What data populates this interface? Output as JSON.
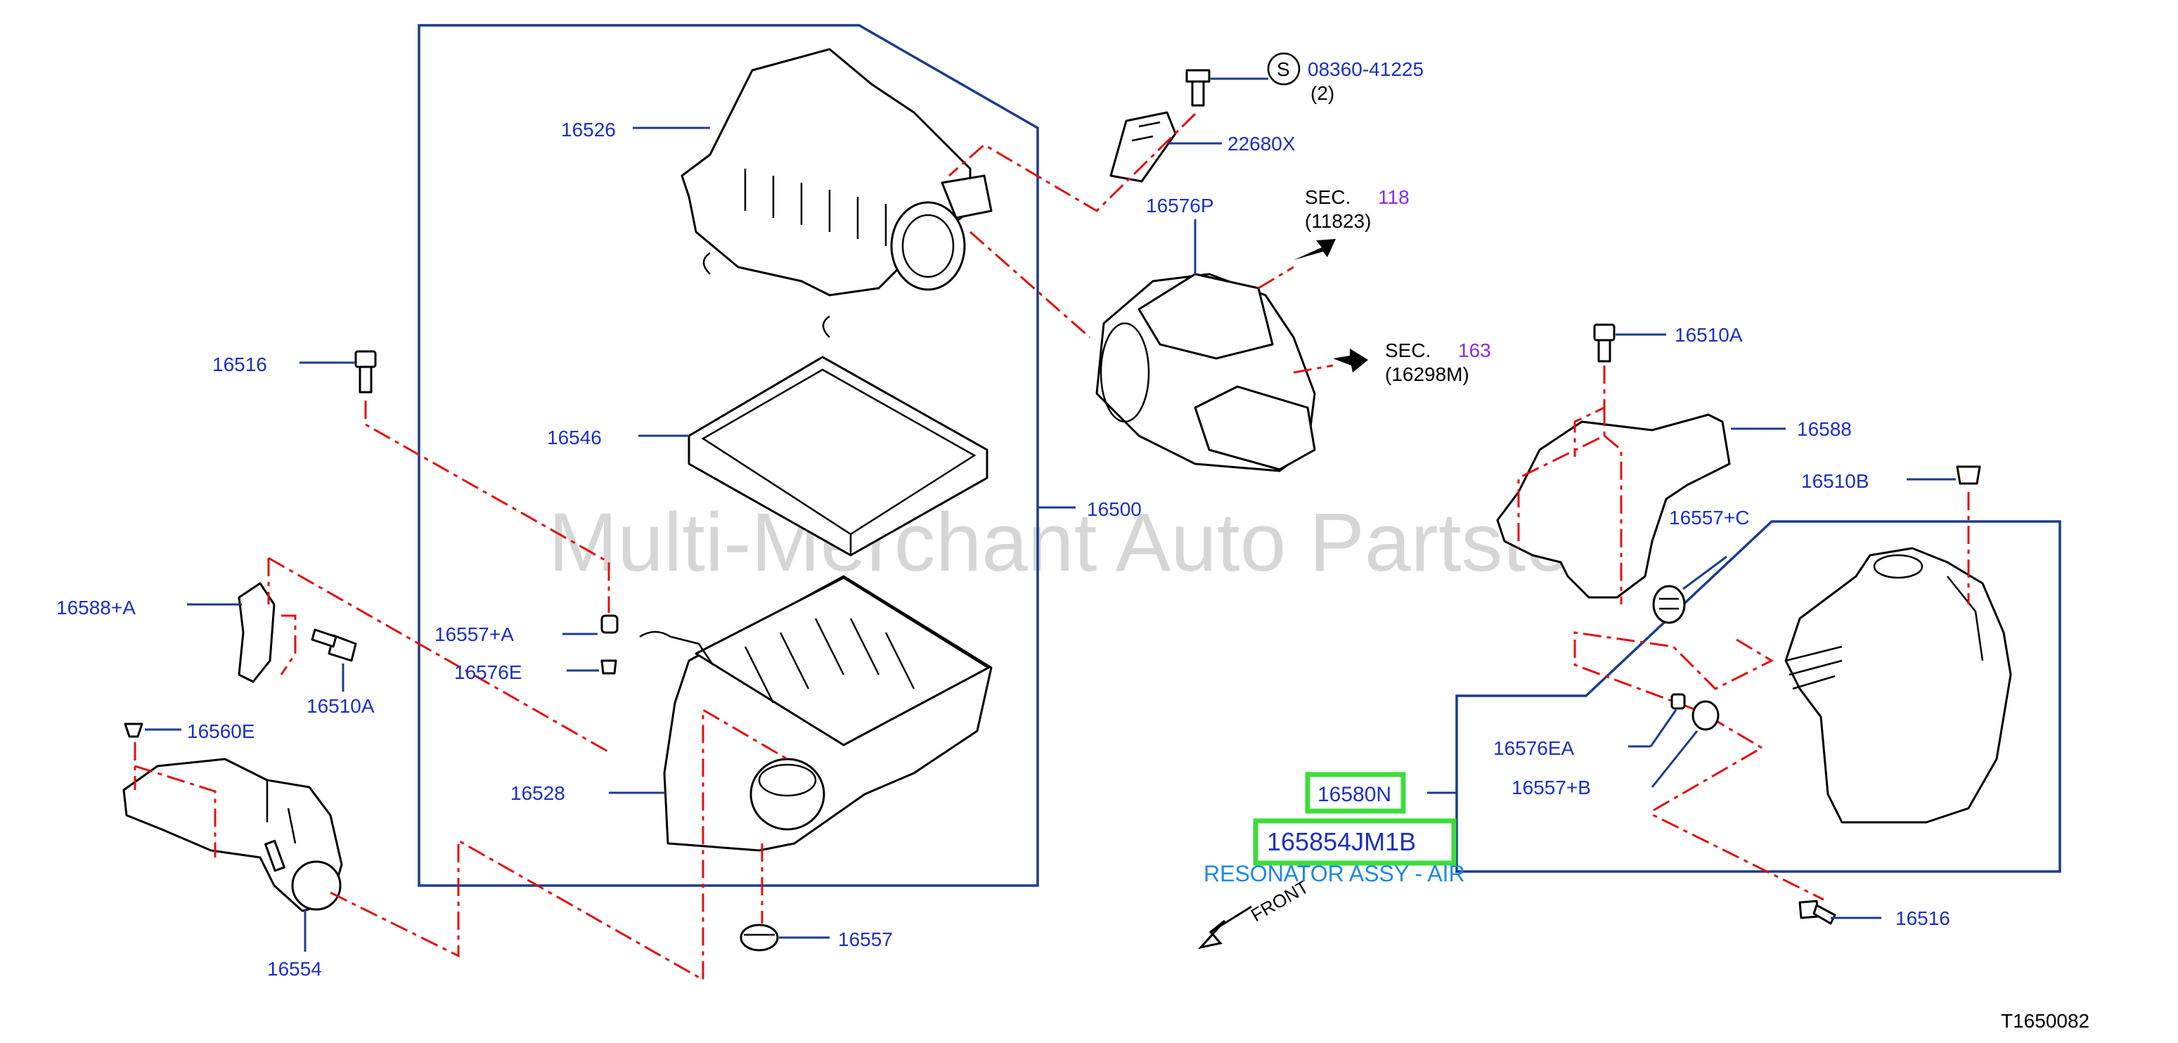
{
  "watermark": "Multi-Merchant Auto Partstore",
  "diagram_code": "T1650082",
  "front_label": "FRONT",
  "screw_symbol": "S",
  "parts": {
    "p16526": "16526",
    "p16546": "16546",
    "p16500": "16500",
    "p16516_left": "16516",
    "p16588A": "16588+A",
    "p16510A_left": "16510A",
    "p16557A": "16557+A",
    "p16576E": "16576E",
    "p16560E": "16560E",
    "p16528": "16528",
    "p16554": "16554",
    "p16557": "16557",
    "p08360": "08360-41225",
    "p08360_qty": "(2)",
    "p22680X": "22680X",
    "p16576P": "16576P",
    "p16510A_right": "16510A",
    "p16588": "16588",
    "p16510B": "16510B",
    "p16557C": "16557+C",
    "p16576EA": "16576EA",
    "p16557B": "16557+B",
    "p16580N": "16580N",
    "p16516_right": "16516"
  },
  "sections": {
    "sec1_prefix": "SEC.",
    "sec1_num": "118",
    "sec1_ref": "(11823)",
    "sec2_prefix": "SEC.",
    "sec2_num": "163",
    "sec2_ref": "(16298M)"
  },
  "highlight": {
    "part_number": "165854JM1B",
    "description": "RESONATOR ASSY - AIR"
  },
  "colors": {
    "label_blue": "#1a2fc4",
    "leader_line": "#1a3c8c",
    "dash_red": "#e01010",
    "highlight_green": "#3ddc3d",
    "description_blue": "#1e88e5",
    "section_purple": "#8a2be2"
  }
}
